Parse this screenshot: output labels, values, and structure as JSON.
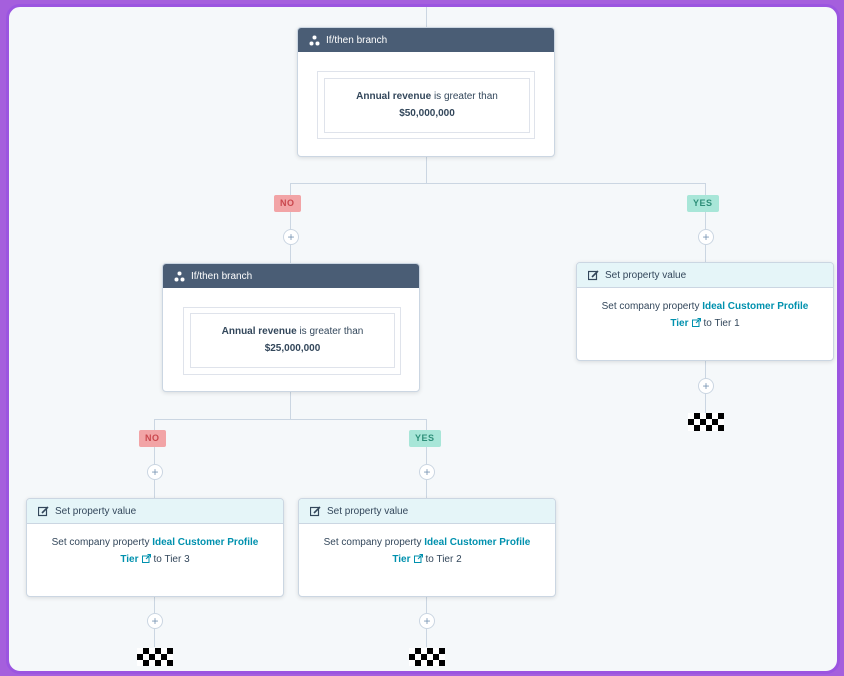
{
  "branch_title": "If/then branch",
  "branches": [
    {
      "id": "top",
      "property": "Annual revenue",
      "operator": "is greater than",
      "value": "$50,000,000"
    },
    {
      "id": "mid",
      "property": "Annual revenue",
      "operator": "is greater than",
      "value": "$25,000,000"
    }
  ],
  "labels": {
    "no": "NO",
    "yes": "YES",
    "plus": "+"
  },
  "set_property": {
    "title": "Set property value",
    "prefix": "Set company property",
    "property_link_a": "Ideal Customer Profile",
    "property_link_b": "Tier",
    "to_word": "to",
    "tier1": "Tier 1",
    "tier2": "Tier 2",
    "tier3": "Tier 3"
  },
  "colors": {
    "header_dark": "#4a5d75",
    "header_light": "#e5f5f8",
    "link": "#0091ae",
    "no_badge": "#f2a4a6",
    "yes_badge": "#a8e6d8",
    "frame": "#9b55e0"
  }
}
